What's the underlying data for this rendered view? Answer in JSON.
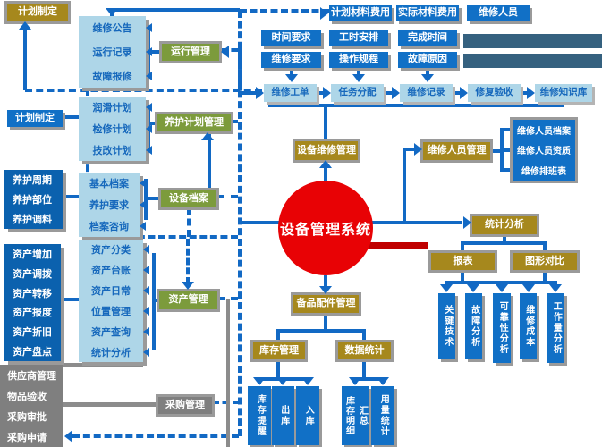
{
  "colors": {
    "gold": "#a6881d",
    "olive_green": "#7c9b3c",
    "bright_blue": "#1170c6",
    "dark_blue_panel": "#0b61ae",
    "light_blue_panel": "#aed6e8",
    "light_panel_text": "#1668bc",
    "muted_steel_blue": "#35617f",
    "gray": "#7f7f7f",
    "red_circle": "#e80205",
    "red_bar": "#c00000",
    "connector_blue": "#1269c4",
    "connector_gray": "#8c8c8c"
  },
  "diagram": {
    "center": {
      "label": "设备管理系统"
    },
    "boxes": [
      {
        "id": "plan-top",
        "label": "计划制定",
        "kind": "gold"
      },
      {
        "id": "equip-maint-mgmt",
        "label": "设备维修管理",
        "kind": "gold"
      },
      {
        "id": "maint-staff-mgmt",
        "label": "维修人员管理",
        "kind": "gold"
      },
      {
        "id": "stat-analysis",
        "label": "统计分析",
        "kind": "gold"
      },
      {
        "id": "report",
        "label": "报表",
        "kind": "gold"
      },
      {
        "id": "graph-compare",
        "label": "图形对比",
        "kind": "gold"
      },
      {
        "id": "spare-parts-mgmt",
        "label": "备品配件管理",
        "kind": "gold"
      },
      {
        "id": "inventory-mgmt",
        "label": "库存管理",
        "kind": "gold"
      },
      {
        "id": "data-stat",
        "label": "数据统计",
        "kind": "gold"
      },
      {
        "id": "operation-mgmt",
        "label": "运行管理",
        "kind": "green"
      },
      {
        "id": "maint-plan-mgmt",
        "label": "养护计划管理",
        "kind": "green"
      },
      {
        "id": "equip-archive",
        "label": "设备档案",
        "kind": "green"
      },
      {
        "id": "asset-mgmt",
        "label": "资产管理",
        "kind": "green"
      },
      {
        "id": "plan-mid",
        "label": "计划制定",
        "kind": "blue"
      },
      {
        "id": "plan-material-cost",
        "label": "计划材料费用",
        "kind": "blue"
      },
      {
        "id": "actual-material-cost",
        "label": "实际材料费用",
        "kind": "blue"
      },
      {
        "id": "maint-staff",
        "label": "维修人员",
        "kind": "blue"
      },
      {
        "id": "time-req",
        "label": "时间要求",
        "kind": "blue"
      },
      {
        "id": "workhour-arrange",
        "label": "工时安排",
        "kind": "blue"
      },
      {
        "id": "finish-time",
        "label": "完成时间",
        "kind": "blue"
      },
      {
        "id": "maint-req",
        "label": "维修要求",
        "kind": "blue"
      },
      {
        "id": "op-procedure",
        "label": "操作规程",
        "kind": "blue"
      },
      {
        "id": "fault-reason",
        "label": "故障原因",
        "kind": "blue"
      },
      {
        "id": "blank-bar-1",
        "label": "",
        "kind": "muted"
      },
      {
        "id": "blank-bar-2",
        "label": "",
        "kind": "muted"
      },
      {
        "id": "wf-work-order",
        "label": "维修工单",
        "kind": "lightbox"
      },
      {
        "id": "wf-task-assign",
        "label": "任务分配",
        "kind": "lightbox"
      },
      {
        "id": "wf-maint-record",
        "label": "维修记录",
        "kind": "lightbox"
      },
      {
        "id": "wf-repair-accept",
        "label": "修复验收",
        "kind": "lightbox"
      },
      {
        "id": "wf-knowledge-base",
        "label": "维修知识库",
        "kind": "lightbox"
      },
      {
        "id": "purchase-mgmt",
        "label": "采购管理",
        "kind": "gray"
      },
      {
        "id": "key-tech",
        "label": "关键技术",
        "kind": "vblue"
      },
      {
        "id": "fault-analysis",
        "label": "故障分析",
        "kind": "vblue"
      },
      {
        "id": "reliability-analysis",
        "label": "可靠性分析",
        "kind": "vblue"
      },
      {
        "id": "maint-cost",
        "label": "维修成本",
        "kind": "vblue"
      },
      {
        "id": "workload-analysis",
        "label": "工作量分析",
        "kind": "vblue"
      },
      {
        "id": "stock-alert",
        "label": "库存提醒",
        "kind": "vblue"
      },
      {
        "id": "stock-out",
        "label": "出库",
        "kind": "vblue"
      },
      {
        "id": "stock-in",
        "label": "入库",
        "kind": "vblue"
      },
      {
        "id": "stock-detail-summary",
        "label": "库存明细汇总",
        "kind": "vblue2"
      },
      {
        "id": "usage-stat",
        "label": "用量统计",
        "kind": "vblue"
      }
    ],
    "panels": [
      {
        "id": "panel-operation",
        "kind": "light",
        "items": [
          "维修公告",
          "运行记录",
          "故障报修"
        ]
      },
      {
        "id": "panel-maint-plans",
        "kind": "light",
        "items": [
          "润滑计划",
          "检修计划",
          "技改计划"
        ]
      },
      {
        "id": "panel-equip-archive",
        "kind": "light",
        "items": [
          "基本档案",
          "养护要求",
          "档案咨询"
        ]
      },
      {
        "id": "panel-asset-functions",
        "kind": "light",
        "items": [
          "资产分类",
          "资产台账",
          "资产日常",
          "位置管理",
          "资产查询",
          "统计分析"
        ]
      },
      {
        "id": "panel-maint-items",
        "kind": "dark",
        "items": [
          "养护周期",
          "养护部位",
          "养护调料"
        ]
      },
      {
        "id": "panel-asset-ops",
        "kind": "dark",
        "items": [
          "资产增加",
          "资产调拨",
          "资产转移",
          "资产报度",
          "资产折旧",
          "资产盘点"
        ]
      },
      {
        "id": "panel-purchase",
        "kind": "gray",
        "items": [
          "供应商管理",
          "物品验收",
          "采购审批",
          "采购申请"
        ]
      },
      {
        "id": "panel-staff-info",
        "kind": "bluepanel",
        "items": [
          "维修人员档案",
          "维修人员资质",
          "维修排班表"
        ]
      }
    ]
  }
}
